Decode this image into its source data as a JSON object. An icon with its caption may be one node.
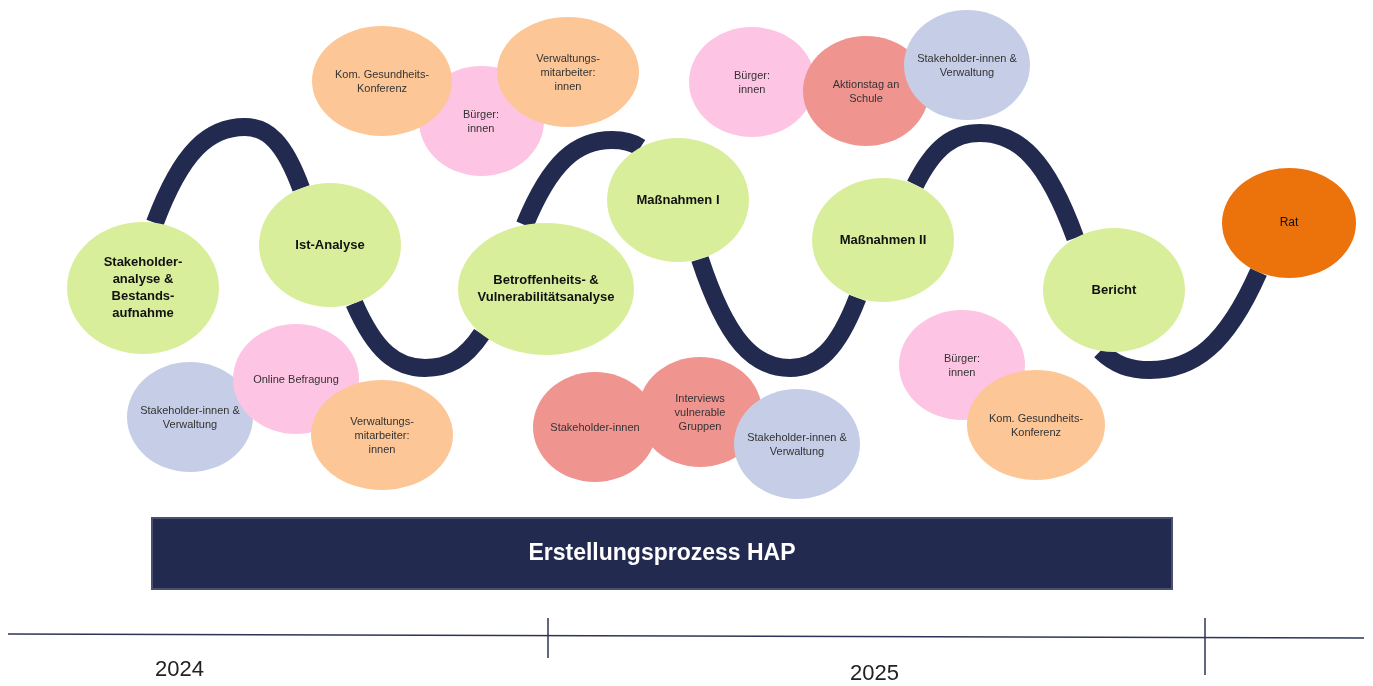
{
  "diagram": {
    "nodes": [
      {
        "text": [
          "Stakeholder- analyse & Bestands- aufnahme"
        ]
      },
      {
        "text": [
          "Ist-Analyse"
        ]
      },
      {
        "text": [
          "Betroffenheits- & Vulnerabilitätsanalyse"
        ]
      },
      {
        "text": [
          "Maßnahmen I"
        ]
      },
      {
        "text": [
          "Maßnahmen II"
        ]
      },
      {
        "text": [
          "Bericht"
        ]
      },
      {
        "text": [
          "Rat"
        ]
      },
      {
        "text": [
          "Kom. Gesundheits- Konferenz"
        ]
      },
      {
        "text": [
          "Bürger: innen"
        ]
      },
      {
        "text": [
          "Verwaltungs- mitarbeiter: innen"
        ]
      },
      {
        "text": [
          "Bürger: innen"
        ]
      },
      {
        "text": [
          "Aktionstag an Schule"
        ]
      },
      {
        "text": [
          "Stakeholder-innen & Verwaltung"
        ]
      },
      {
        "text": [
          "Stakeholder-innen & Verwaltung"
        ]
      },
      {
        "text": [
          "Online Befragung"
        ]
      },
      {
        "text": [
          "Verwaltungs- mitarbeiter: innen"
        ]
      },
      {
        "text": [
          "Stakeholder-innen"
        ]
      },
      {
        "text": [
          "Interviews vulnerable Gruppen"
        ]
      },
      {
        "text": [
          "Stakeholder-innen & Verwaltung"
        ]
      },
      {
        "text": [
          "Bürger: innen"
        ]
      },
      {
        "text": [
          "Kom. Gesundheits- Konferenz"
        ]
      },
      {
        "text": [
          "Erstellungsprozess HAP"
        ]
      }
    ],
    "edges": [
      {
        "from": 0,
        "to": 1,
        "arrow": "none"
      },
      {
        "from": 1,
        "to": 2,
        "arrow": "none"
      },
      {
        "from": 2,
        "to": 3,
        "arrow": "none"
      },
      {
        "from": 3,
        "to": 4,
        "arrow": "none"
      },
      {
        "from": 4,
        "to": 5,
        "arrow": "none"
      },
      {
        "from": 5,
        "to": 6,
        "arrow": "none"
      }
    ],
    "labels": [
      "2024",
      "2025"
    ]
  }
}
